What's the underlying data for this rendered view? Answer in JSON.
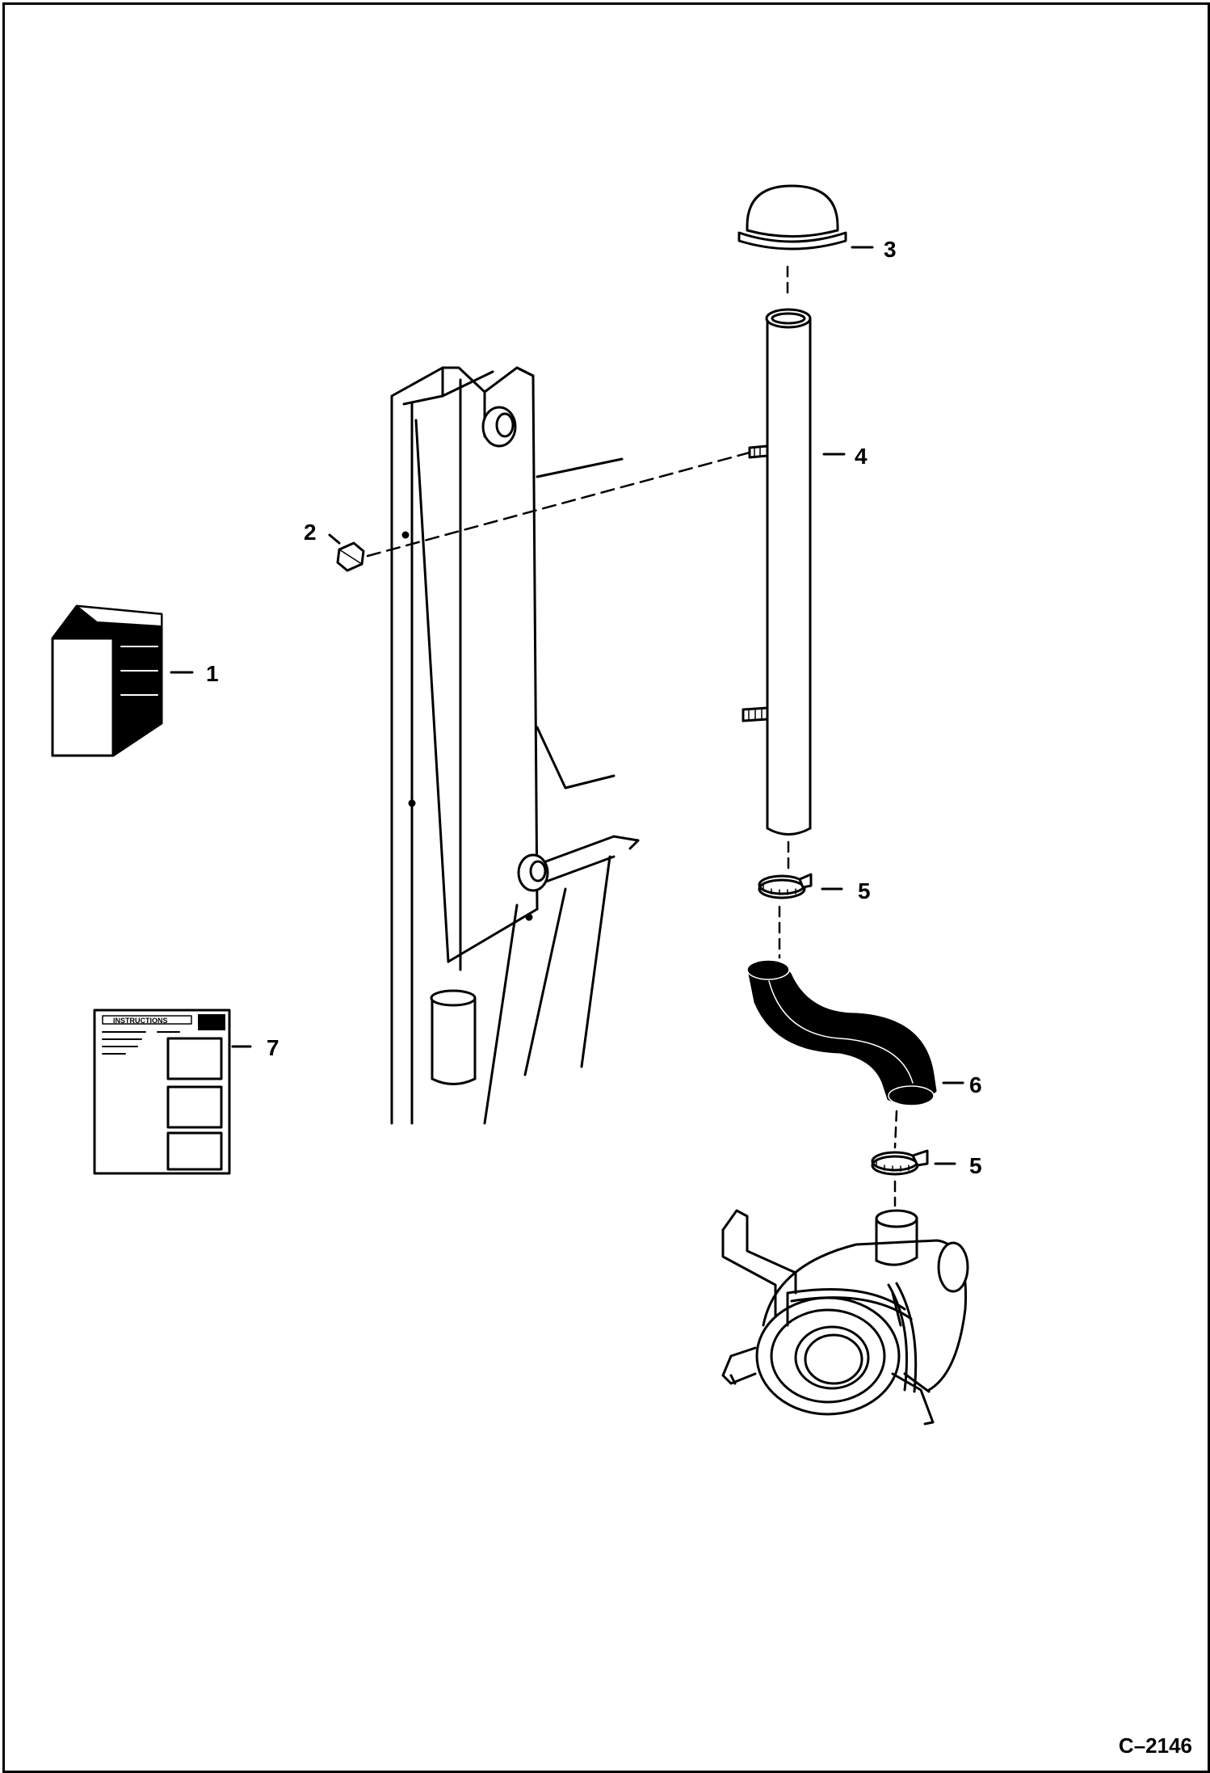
{
  "callouts": {
    "c1": "1",
    "c2": "2",
    "c3": "3",
    "c4": "4",
    "c5a": "5",
    "c5b": "5",
    "c6": "6",
    "c7": "7"
  },
  "instruction_sheet": {
    "title": "INSTRUCTIONS"
  },
  "figure_id": "C–2146",
  "colors": {
    "ink": "#000000",
    "paper": "#ffffff"
  }
}
